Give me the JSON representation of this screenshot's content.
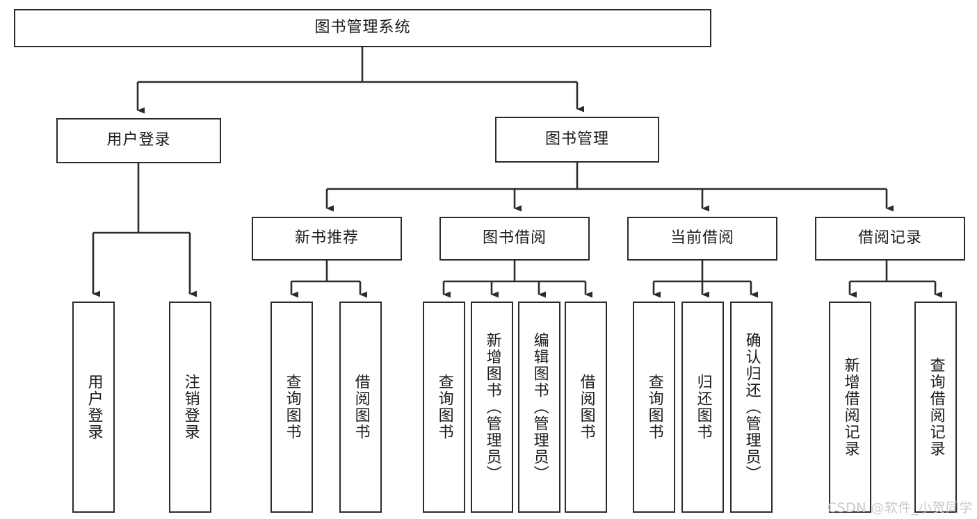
{
  "diagram": {
    "type": "tree-hierarchy",
    "title": "图书管理系统",
    "orientation": "top-down",
    "edge_style": "orthogonal-arrow",
    "colors": {
      "box_border": "#2b2b2b",
      "box_fill": "#ffffff",
      "line": "#2b2b2b",
      "text": "#1a1a1a",
      "background": "#ffffff",
      "watermark": "#c9c9c9"
    },
    "root": {
      "label": "图书管理系统"
    },
    "level2": [
      {
        "label": "用户登录"
      },
      {
        "label": "图书管理"
      }
    ],
    "level3": [
      {
        "label": "新书推荐"
      },
      {
        "label": "图书借阅"
      },
      {
        "label": "当前借阅"
      },
      {
        "label": "借阅记录"
      }
    ],
    "leaves": {
      "user_login": [
        {
          "label": "用户登录"
        },
        {
          "label": "注销登录"
        }
      ],
      "new_book_recommend": [
        {
          "label": "查询图书"
        },
        {
          "label": "借阅图书"
        }
      ],
      "book_borrow": [
        {
          "label": "查询图书"
        },
        {
          "label": "新增图书（管理员）"
        },
        {
          "label": "编辑图书（管理员）"
        },
        {
          "label": "借阅图书"
        }
      ],
      "current_borrow": [
        {
          "label": "查询图书"
        },
        {
          "label": "归还图书"
        },
        {
          "label": "确认归还（管理员）"
        }
      ],
      "borrow_record": [
        {
          "label": "新增借阅记录"
        },
        {
          "label": "查询借阅记录"
        }
      ]
    }
  },
  "watermark": {
    "text": "CSDN @软件_小贺同学"
  }
}
